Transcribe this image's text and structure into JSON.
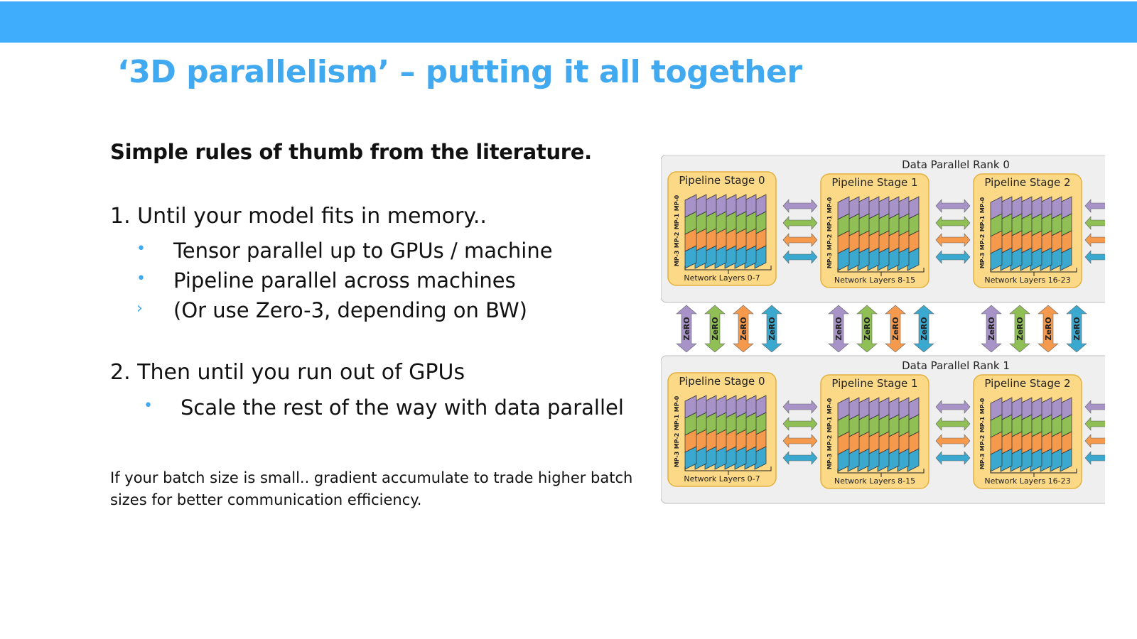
{
  "slide": {
    "title": "‘3D parallelism’ – putting it all together",
    "subtitle": "Simple rules of thumb from the literature.",
    "steps": [
      {
        "heading": "1. Until your model fits in memory..",
        "bullets": [
          {
            "marker": "•",
            "text": "Tensor parallel up to GPUs / machine"
          },
          {
            "marker": "•",
            "text": "Pipeline parallel across machines"
          },
          {
            "marker": "›",
            "text": "(Or use Zero-3, depending on BW)"
          }
        ]
      },
      {
        "heading": "2. Then until you run out of GPUs",
        "bullets": [
          {
            "marker": "•",
            "text": "Scale the rest of the way with data parallel"
          }
        ]
      }
    ],
    "note": "If your batch size is small.. gradient accumulate to trade higher batch sizes for better communication efficiency."
  },
  "diagram": {
    "ranks": [
      "Data Parallel Rank 0",
      "Data Parallel Rank 1"
    ],
    "stages": [
      {
        "label": "Pipeline Stage 0",
        "layers": "Network Layers 0-7"
      },
      {
        "label": "Pipeline Stage 1",
        "layers": "Network Layers 8-15"
      },
      {
        "label": "Pipeline Stage 2",
        "layers": "Network Layers 16-23"
      }
    ],
    "mp_labels": [
      "MP-3",
      "MP-2",
      "MP-1",
      "MP-0"
    ],
    "zero_label": "ZeRO",
    "colors": {
      "accent": "#41a9ef",
      "top_bar": "#40adfc",
      "stage_fill": "#fcd987",
      "stage_stroke": "#e4b13e",
      "rank_bg": "#efefef",
      "mp_purple": "#a793c8",
      "mp_green": "#8fbf55",
      "mp_orange": "#f59a4d",
      "mp_blue": "#3ba9cf"
    }
  }
}
